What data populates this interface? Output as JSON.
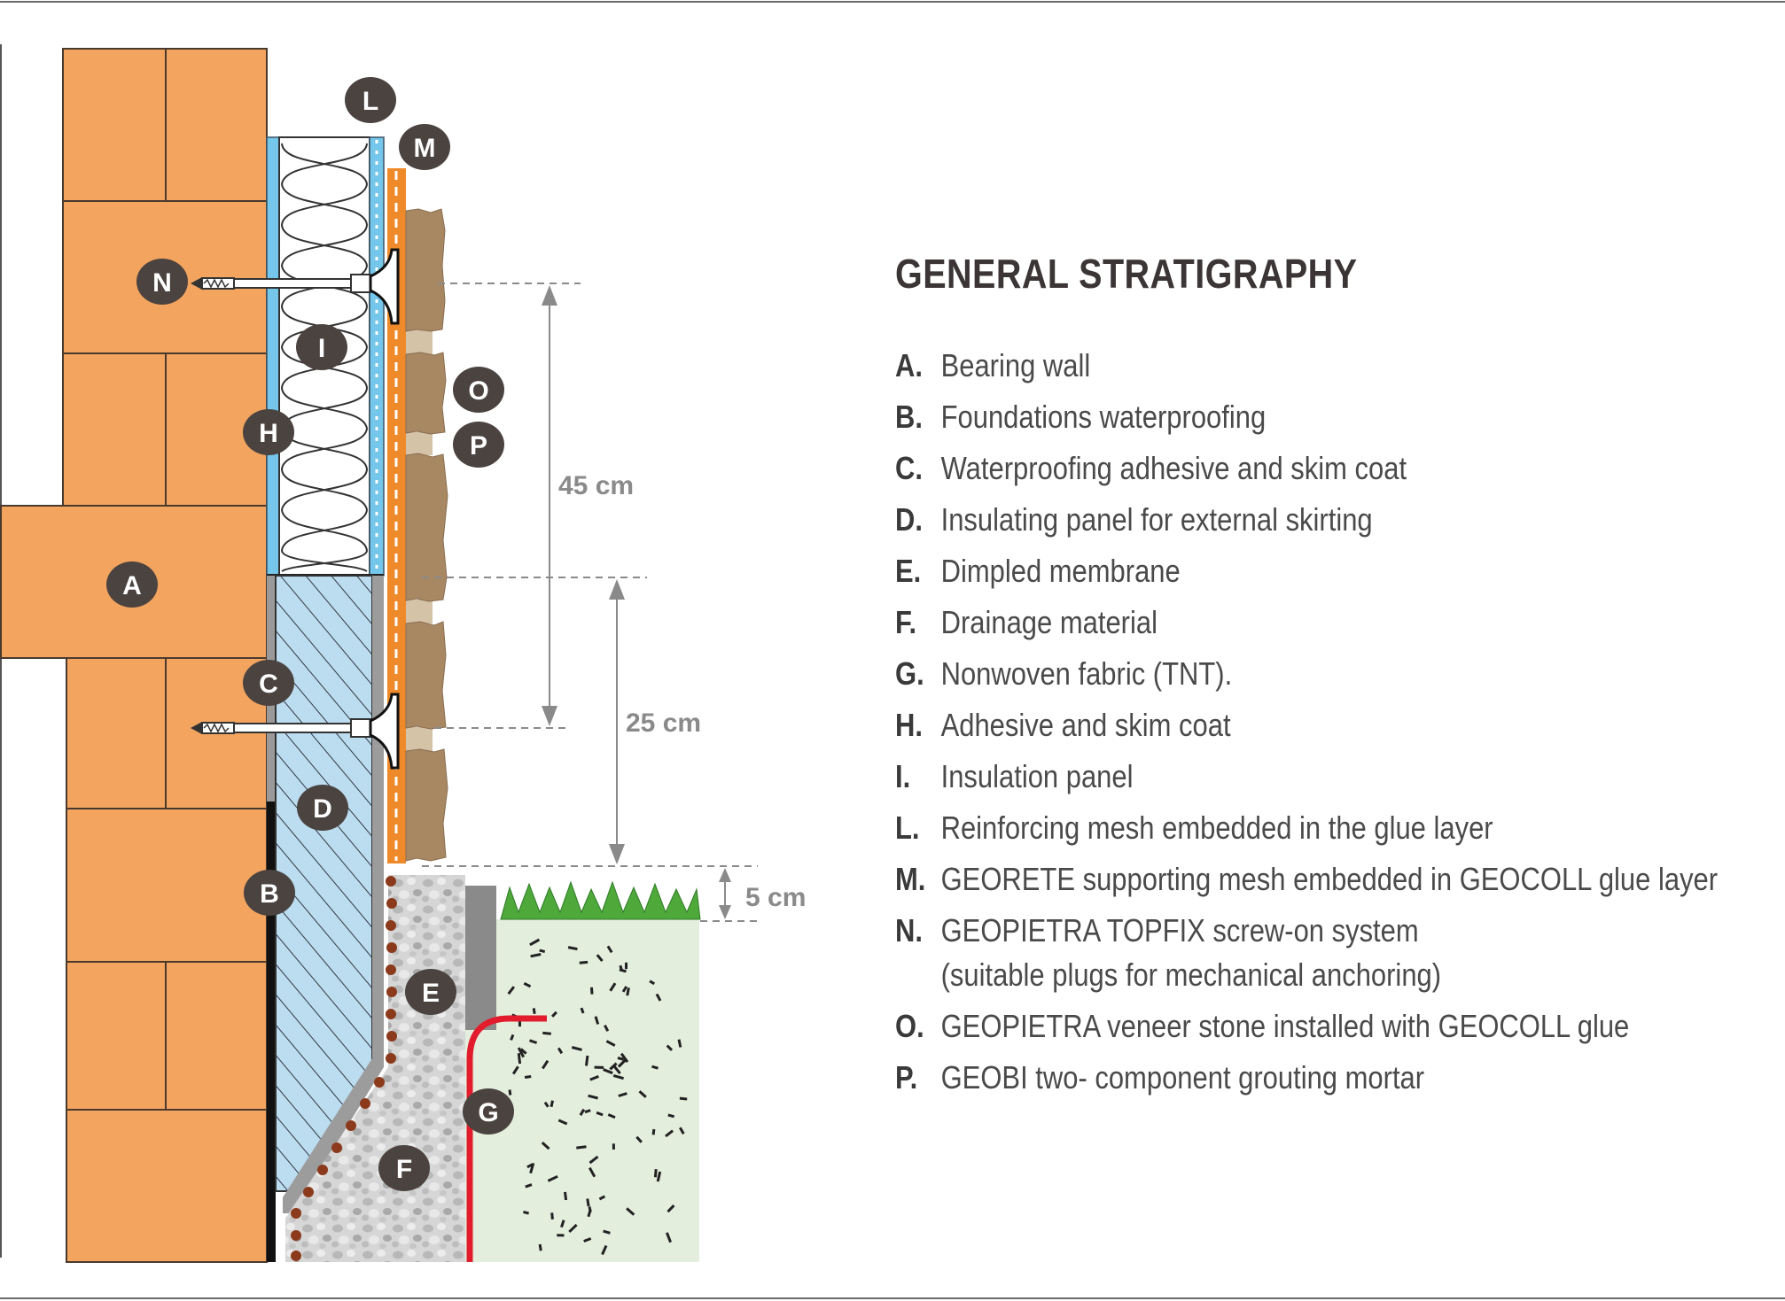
{
  "diagram": {
    "title": "GENERAL STRATIGRAPHY",
    "legend": [
      {
        "key": "A.",
        "text": "Bearing wall"
      },
      {
        "key": "B.",
        "text": "Foundations waterproofing"
      },
      {
        "key": "C.",
        "text": "Waterproofing adhesive and skim coat"
      },
      {
        "key": "D.",
        "text": "Insulating panel for external skirting"
      },
      {
        "key": "E.",
        "text": "Dimpled membrane"
      },
      {
        "key": "F.",
        "text": "Drainage material"
      },
      {
        "key": "G.",
        "text": "Nonwoven fabric (TNT)."
      },
      {
        "key": "H.",
        "text": "Adhesive and skim coat"
      },
      {
        "key": "I.",
        "text": "Insulation panel"
      },
      {
        "key": "L.",
        "text": "Reinforcing mesh embedded in the glue layer"
      },
      {
        "key": "M.",
        "text": "GEORETE supporting mesh embedded in GEOCOLL glue layer"
      },
      {
        "key": "N.",
        "text": "GEOPIETRA TOPFIX screw-on system",
        "text2": "(suitable plugs for mechanical anchoring)"
      },
      {
        "key": "O.",
        "text": "GEOPIETRA veneer stone installed with GEOCOLL glue"
      },
      {
        "key": "P.",
        "text": "GEOBI two- component grouting mortar"
      }
    ],
    "callouts": [
      "L",
      "M",
      "N",
      "I",
      "O",
      "P",
      "H",
      "A",
      "C",
      "D",
      "B",
      "E",
      "G",
      "F"
    ],
    "dimensions": [
      "45 cm",
      "25 cm",
      "5 cm"
    ],
    "colors": {
      "brick": "#f3a45f",
      "brick_line": "#4a3a2e",
      "insulation_blue": "#bcdcef",
      "adhesive_blue": "#74c6ea",
      "orange_glue": "#ef8a2a",
      "stone": "#a88763",
      "grout": "#d5c3a8",
      "gravel": "#cfcfcf",
      "soil": "#e3eedc",
      "grass": "#4ea83a",
      "red_fabric": "#e21c2c",
      "badge": "#4a4340",
      "dimension_gray": "#8a8a8a",
      "text_dark": "#3b3535"
    }
  }
}
